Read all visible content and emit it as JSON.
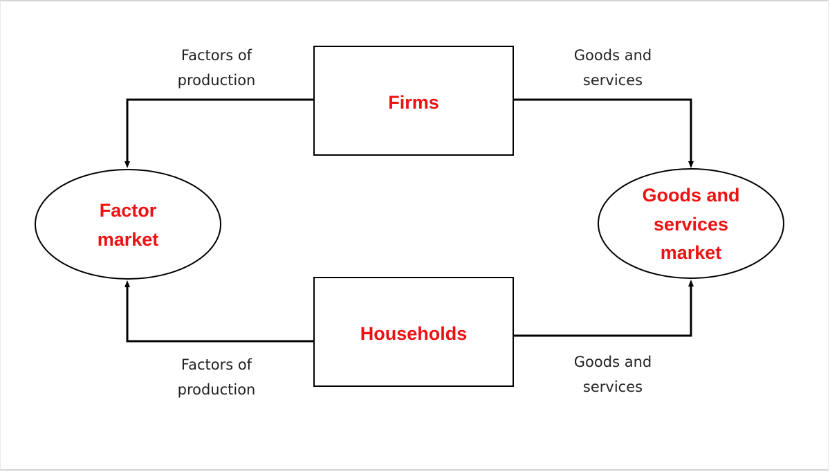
{
  "diagram": {
    "nodes": {
      "firms": {
        "label": "Firms"
      },
      "households": {
        "label": "Households"
      },
      "factor_market": {
        "label_lines": [
          "Factor",
          "market"
        ]
      },
      "goods_market": {
        "label_lines": [
          "Goods and",
          "services",
          "market"
        ]
      }
    },
    "flows": {
      "firms_to_factor": {
        "label_lines": [
          "Factors of",
          "production"
        ]
      },
      "firms_to_goods": {
        "label_lines": [
          "Goods and",
          "services"
        ]
      },
      "households_to_factor": {
        "label_lines": [
          "Factors of",
          "production"
        ]
      },
      "households_to_goods": {
        "label_lines": [
          "Goods and",
          "services"
        ]
      }
    },
    "colors": {
      "node_label": "#ee1111",
      "outline": "#000000",
      "flow_label": "#222222"
    }
  }
}
